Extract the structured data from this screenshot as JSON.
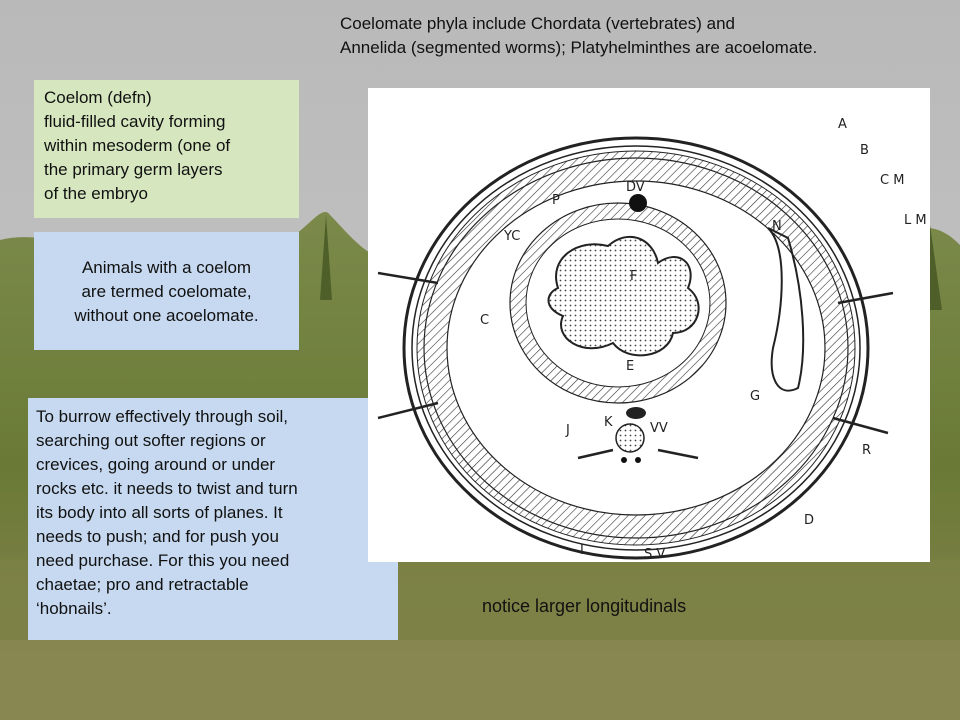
{
  "slide": {
    "top_caption": {
      "line1": "Coelomate phyla include Chordata (vertebrates) and",
      "line2": "Annelida (segmented worms); Platyhelminthes are acoelomate."
    },
    "coelom_definition": {
      "lines": [
        "Coelom (defn)",
        "fluid-filled cavity forming",
        "within mesoderm (one of",
        "the primary germ layers",
        "of the embryo"
      ]
    },
    "coelomate_note": {
      "lines": [
        "Animals with a coelom",
        "are termed coelomate,",
        "without one acoelomate."
      ]
    },
    "burrow_note": {
      "lines": [
        "To burrow effectively through soil,",
        "searching out softer regions or",
        "crevices, going around or under",
        "rocks etc. it needs to twist and turn",
        "its body into all sorts of planes. It",
        "needs to push; and for push you",
        "need purchase. For this you need",
        "chaetae; pro and retractable",
        "‘hobnails’."
      ]
    },
    "bottom_caption": "notice larger longitudinals",
    "diagram_labels": {
      "A": "A",
      "B": "B",
      "CM": "C M",
      "LM": "L M",
      "N": "N",
      "P": "P",
      "DV": "DV",
      "YC": "YC",
      "F": "F",
      "C": "C",
      "E": "E",
      "G": "G",
      "J": "J",
      "K": "K",
      "VV": "VV",
      "R": "R",
      "D": "D",
      "I": "I",
      "SV": "S V"
    }
  },
  "colors": {
    "definition_box": "#d6e6bf",
    "note_box": "#c6d9f0",
    "sky": "#bfbfbf",
    "vegetation": "#6f7f3a"
  }
}
